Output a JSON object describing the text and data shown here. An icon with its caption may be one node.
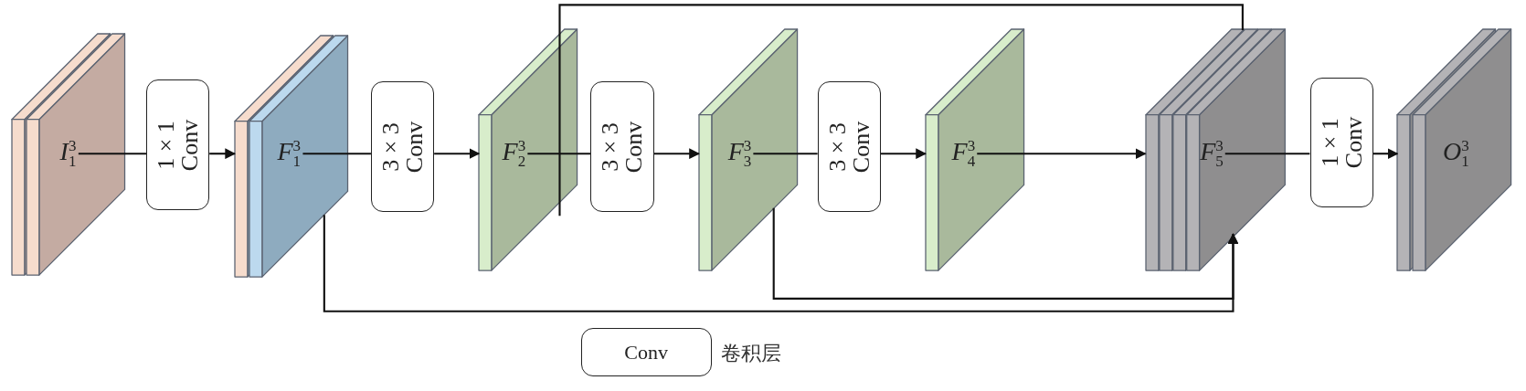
{
  "diagram": {
    "nodes": [
      {
        "text": [
          "*I*$_{1}$$^{3}$"
        ]
      },
      {
        "text": [
          "1 × 1 Conv"
        ]
      },
      {
        "text": [
          "*F*$_{1}$$^{3}$"
        ]
      },
      {
        "text": [
          "3 × 3 Conv"
        ]
      },
      {
        "text": [
          "*F*$_{2}$$^{3}$"
        ]
      },
      {
        "text": [
          "3 × 3 Conv"
        ]
      },
      {
        "text": [
          "*F*$_{3}$$^{3}$"
        ]
      },
      {
        "text": [
          "3 × 3 Conv"
        ]
      },
      {
        "text": [
          "*F*$_{4}$$^{3}$"
        ]
      },
      {
        "text": [
          "*F*$_{5}$$^{3}$"
        ]
      },
      {
        "text": [
          "1 × 1 Conv"
        ]
      },
      {
        "text": [
          "*O*$_{1}$$^{3}$"
        ]
      },
      {
        "text": [
          "Conv"
        ],
        "beside": [
          "卷积层"
        ]
      }
    ],
    "edges": [
      {
        "from": 0,
        "to": 1,
        "arrow": "none"
      },
      {
        "from": 1,
        "to": 2,
        "arrow": "to"
      },
      {
        "from": 2,
        "to": 3,
        "arrow": "none"
      },
      {
        "from": 3,
        "to": 4,
        "arrow": "to"
      },
      {
        "from": 4,
        "to": 5,
        "arrow": "none"
      },
      {
        "from": 5,
        "to": 6,
        "arrow": "to"
      },
      {
        "from": 6,
        "to": 7,
        "arrow": "none"
      },
      {
        "from": 7,
        "to": 8,
        "arrow": "to"
      },
      {
        "from": 8,
        "to": 9,
        "arrow": "to"
      },
      {
        "from": 9,
        "to": 10,
        "arrow": "none"
      },
      {
        "from": 10,
        "to": 11,
        "arrow": "to"
      },
      {
        "from": 4,
        "to": 9,
        "arrow": "none"
      },
      {
        "from": 2,
        "to": 9,
        "arrow": "to"
      },
      {
        "from": 6,
        "to": 9,
        "arrow": "to"
      }
    ]
  }
}
